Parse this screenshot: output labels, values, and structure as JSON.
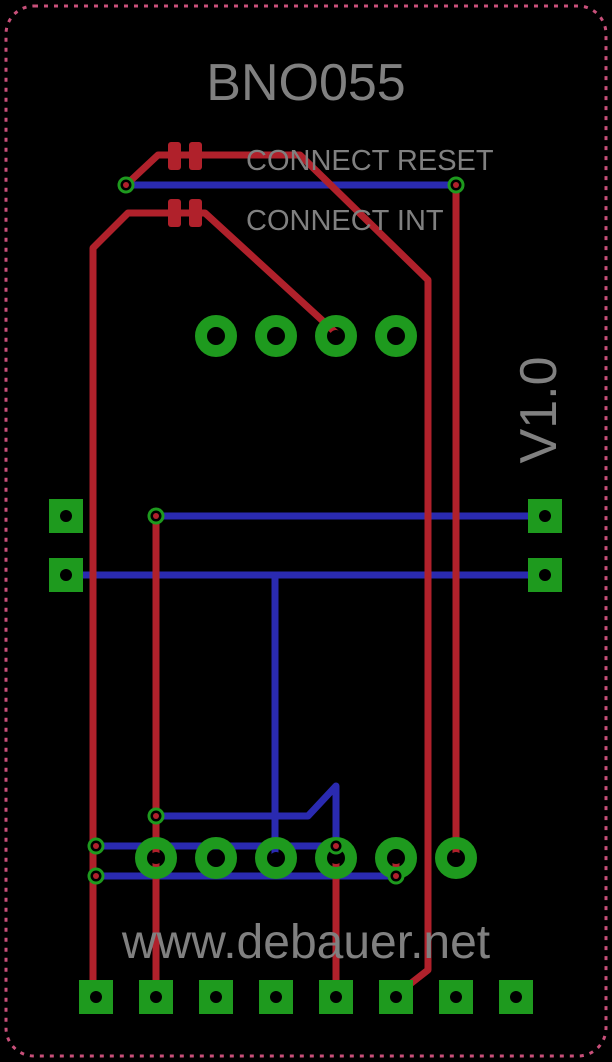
{
  "board": {
    "title": "BNO055",
    "version": "V1.0",
    "website": "www.debauer.net",
    "note_reset": "CONNECT RESET",
    "note_int": "CONNECT INT"
  },
  "colors": {
    "background": "#000000",
    "outline": "#c8507a",
    "top_trace": "#b0212b",
    "bottom_trace": "#2a2ab0",
    "pad": "#1e9a1e",
    "silkscreen": "#808080"
  }
}
